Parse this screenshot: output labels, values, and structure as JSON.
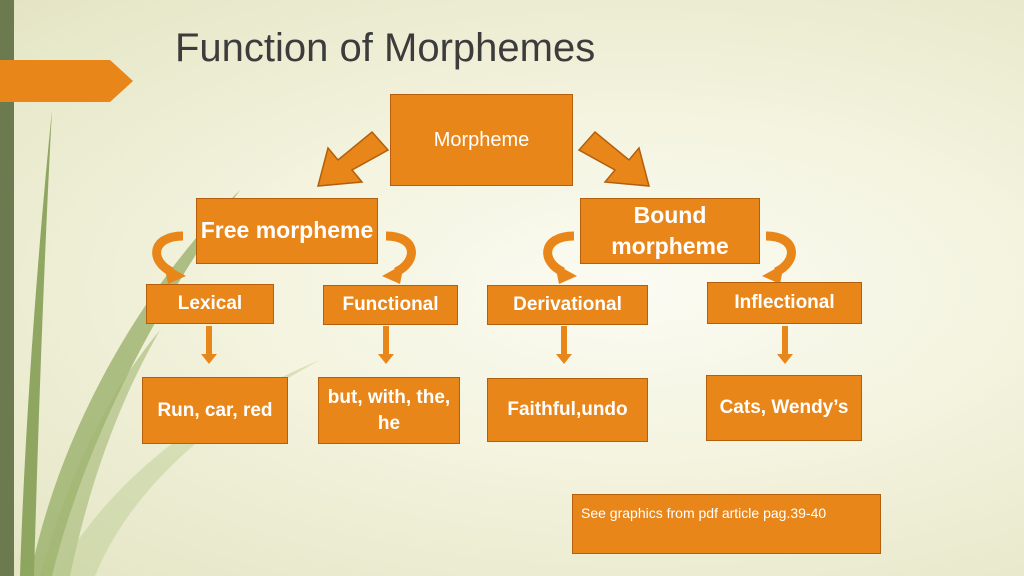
{
  "slide": {
    "title": "Function of Morphemes"
  },
  "diagram": {
    "root": "Morpheme",
    "level1": {
      "free": "Free morpheme",
      "bound": "Bound morpheme"
    },
    "level2": {
      "lexical": "Lexical",
      "functional": "Functional",
      "derivational": "Derivational",
      "inflectional": "Inflectional"
    },
    "examples": {
      "lexical": "Run, car, red",
      "functional": "but, with, the, he",
      "derivational": "Faithful,undo",
      "inflectional": "Cats, Wendy’s"
    }
  },
  "note": {
    "text": "See graphics from pdf article pag.39-40"
  },
  "colors": {
    "box": "#e8861a",
    "box_border": "#b35f0b",
    "sidebar": "#6b7a4f",
    "grass": "#7f9a4e"
  }
}
